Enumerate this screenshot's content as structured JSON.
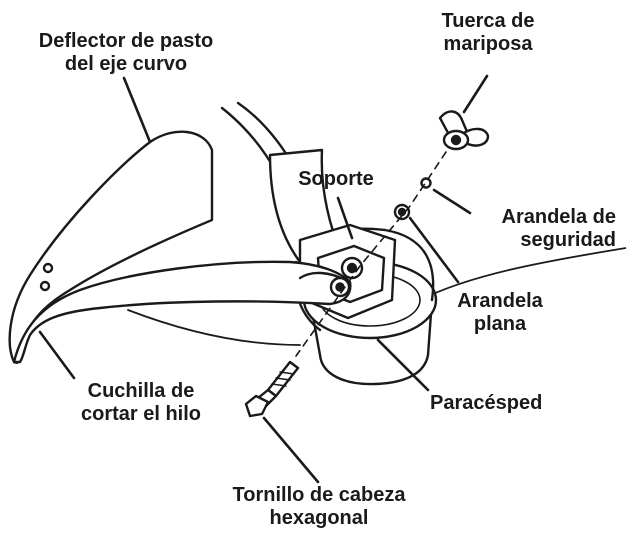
{
  "labels": {
    "deflector": [
      "Deflector de pasto",
      "del eje curvo"
    ],
    "wing_nut": [
      "Tuerca de",
      "mariposa"
    ],
    "bracket": [
      "Soporte"
    ],
    "lock_washer": [
      "Arandela de",
      "seguridad"
    ],
    "flat_washer": [
      "Arandela",
      "plana"
    ],
    "cutter_blade": [
      "Cuchilla de",
      "cortar el hilo"
    ],
    "guard": [
      "Paracésped"
    ],
    "hex_bolt": [
      "Tornillo de cabeza",
      "hexagonal"
    ]
  },
  "colors": {
    "ink": "#1a1a1a",
    "fill": "#ffffff"
  }
}
